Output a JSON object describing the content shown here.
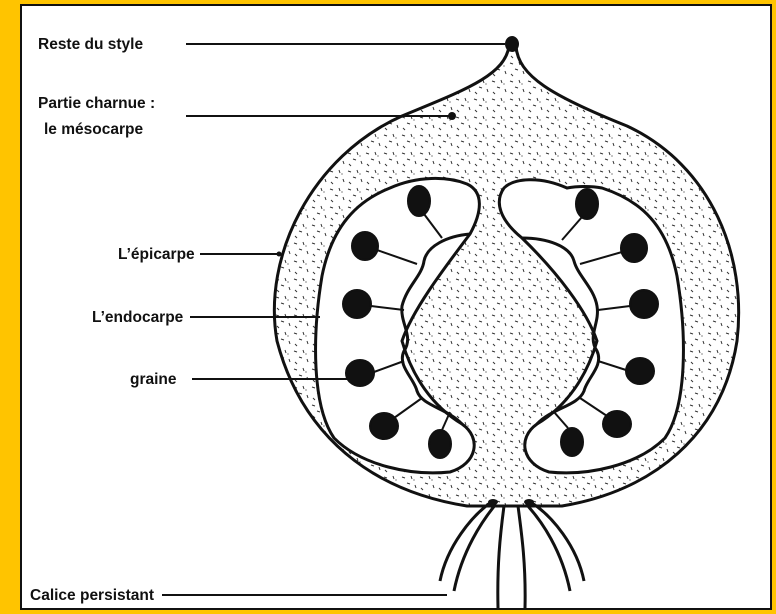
{
  "labels": {
    "style": "Reste du style",
    "mesocarpe_line1": "Partie charnue :",
    "mesocarpe_line2": "le mésocarpe",
    "epicarpe": "L’épicarpe",
    "endocarpe": "L’endocarpe",
    "graine": "graine",
    "calice": "Calice persistant"
  },
  "colors": {
    "frame": "#ffc400",
    "panel": "#ffffff",
    "ink": "#111111"
  }
}
